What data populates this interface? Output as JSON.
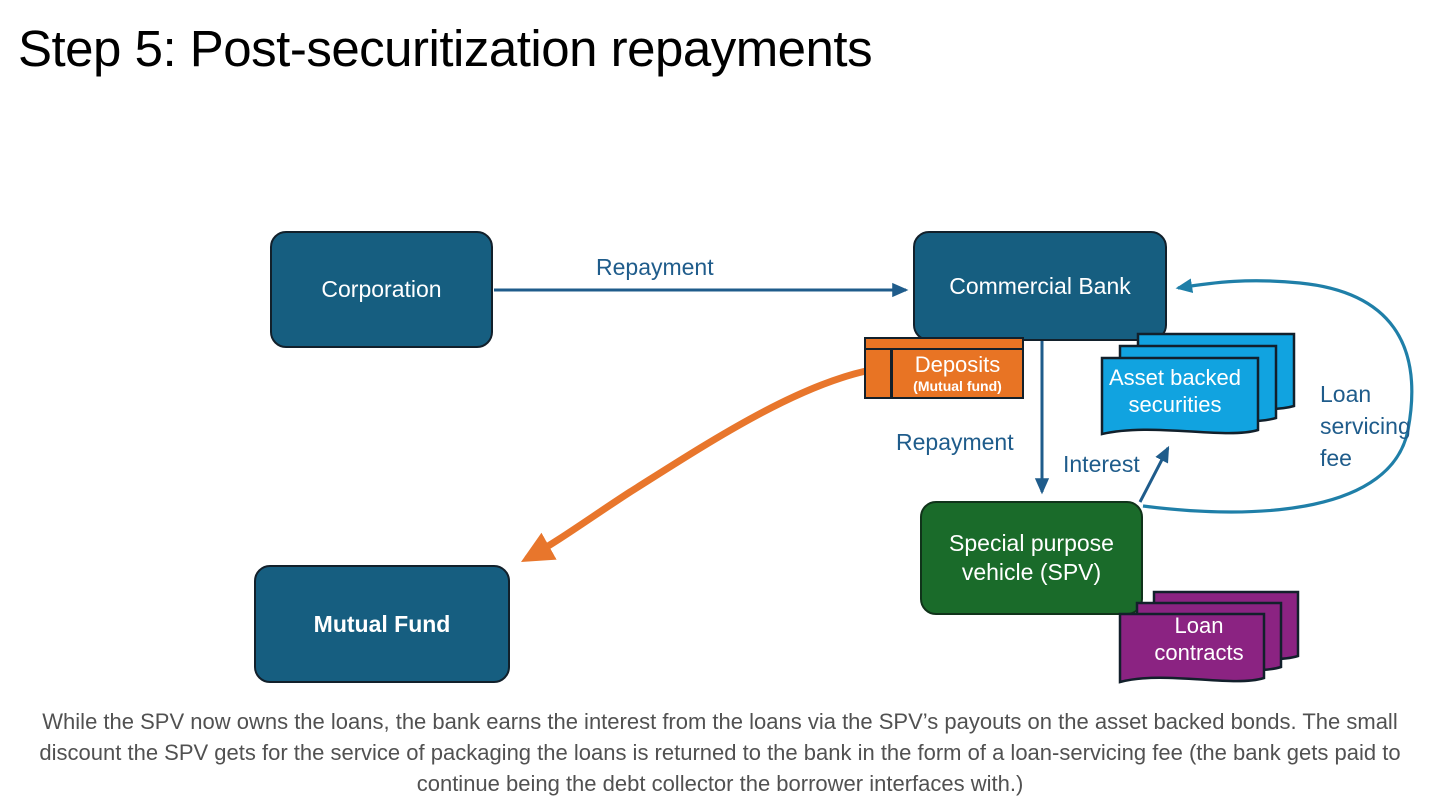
{
  "slide": {
    "title": "Step 5: Post-securitization repayments",
    "caption": "While the SPV now owns the loans, the bank earns the interest from the loans via the SPV’s payouts on the asset backed bonds. The small discount the SPV gets for the service of packaging the loans is returned to the bank in the form of a loan-servicing fee (the bank gets paid to continue being the debt collector the borrower interfaces with.)"
  },
  "nodes": {
    "corporation": {
      "label": "Corporation",
      "fill": "#165E80",
      "stroke": "#12202b"
    },
    "commercial_bank": {
      "label": "Commercial Bank",
      "fill": "#165E80",
      "stroke": "#12202b"
    },
    "mutual_fund": {
      "label": "Mutual Fund",
      "fill": "#165E80",
      "stroke": "#12202b"
    },
    "spv": {
      "label": "Special purpose vehicle (SPV)",
      "line1": "Special purpose",
      "line2": "vehicle (SPV)",
      "fill": "#1A6B2A",
      "stroke": "#10331a"
    },
    "deposits": {
      "label": "Deposits",
      "sublabel": "(Mutual fund)",
      "fill": "#E87424",
      "stroke": "#12202b"
    },
    "asset_backed_securities": {
      "line1": "Asset backed",
      "line2": "securities",
      "fill": "#11A3E0",
      "stroke": "#12202b",
      "count": 3
    },
    "loan_contracts": {
      "line1": "Loan",
      "line2": "contracts",
      "fill": "#8B2382",
      "stroke": "#12202b",
      "count": 3
    }
  },
  "edges": {
    "repayment_corp_to_bank": {
      "label": "Repayment",
      "color": "#1F5C8B",
      "from": "corporation",
      "to": "commercial_bank"
    },
    "repayment_bank_to_spv": {
      "label": "Repayment",
      "color": "#1F5C8B",
      "from": "commercial_bank",
      "to": "spv"
    },
    "interest_spv_to_abs": {
      "label": "Interest",
      "color": "#1F5C8B",
      "from": "spv",
      "to": "asset_backed_securities"
    },
    "loan_servicing_fee": {
      "label": "Loan servicing fee",
      "line1": "Loan",
      "line2": "servicing",
      "line3": "fee",
      "color": "#1F7FA8",
      "from": "spv",
      "to": "commercial_bank"
    },
    "deposits_to_mutual_fund": {
      "label": "",
      "color": "#E8762C",
      "from": "deposits",
      "to": "mutual_fund"
    }
  },
  "colors": {
    "brand_blue": "#165E80",
    "label_blue": "#1F5C8B",
    "connector_teal": "#1F7FA8",
    "orange": "#E87424",
    "green": "#1A6B2A",
    "purple": "#8B2382",
    "cyan": "#11A3E0",
    "caption_gray": "#515151",
    "outline": "#12202b",
    "background": "#ffffff"
  }
}
